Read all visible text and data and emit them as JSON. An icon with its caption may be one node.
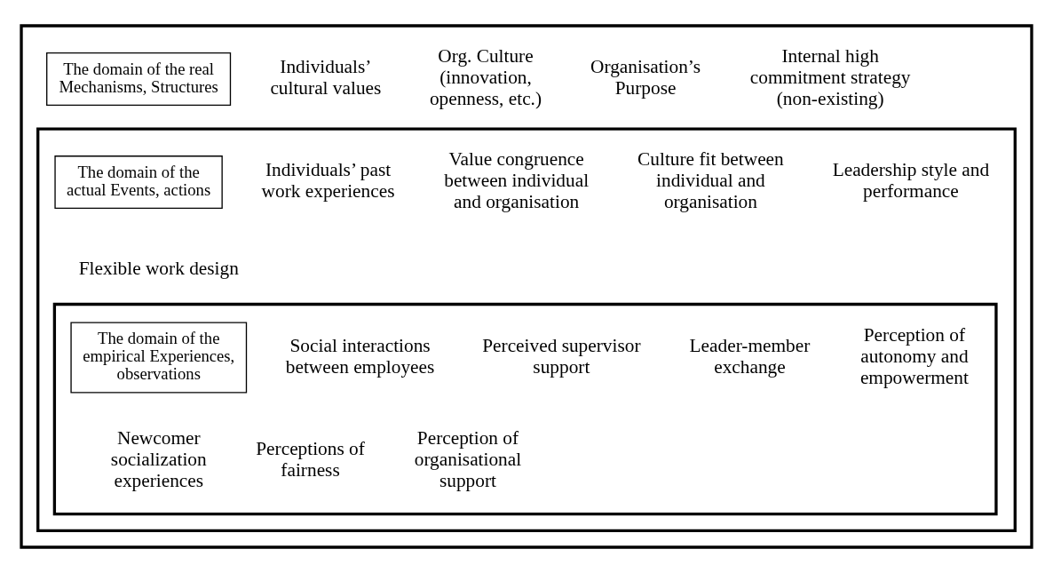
{
  "diagram": {
    "nodes": [
      {
        "text": [
          "Individuals’ cultural values",
          "Org. Culture (innovation, openness, etc.)",
          "Organisation’s Purpose",
          "Internal high commitment strategy (non-existing)"
        ]
      },
      {
        "text": [
          "The domain of the real Mechanisms, Structures"
        ],
        "in": 0
      },
      {
        "text": [
          "Individuals’ past work experiences",
          "Value congruence between individual and organisation",
          "Culture fit between individual and organisation",
          "Leadership style and performance",
          "Flexible work design"
        ],
        "in": 0
      },
      {
        "text": [
          "The domain of the actual Events, actions"
        ],
        "in": 2
      },
      {
        "text": [
          "Social interactions between employees",
          "Perceived supervisor support",
          "Leader-member exchange",
          "Perception of autonomy and empowerment",
          "Newcomer socialization experiences",
          "Perceptions of fairness",
          "Perception of organisational support"
        ],
        "in": 2
      },
      {
        "text": [
          "The domain of the empirical Experiences, observations"
        ],
        "in": 4
      }
    ],
    "edges": []
  }
}
